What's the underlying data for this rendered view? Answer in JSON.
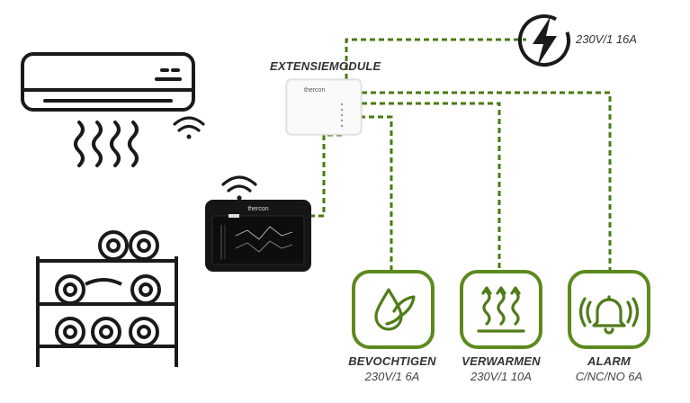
{
  "extension_module": {
    "title": "EXTENSIEMODULE",
    "brand": "thercon"
  },
  "controller": {
    "brand": "thercon"
  },
  "power_supply": {
    "icon": "lightning-bolt-icon",
    "spec": "230V/1 16A"
  },
  "outputs": [
    {
      "icon": "humidify-drops-icon",
      "title": "BEVOCHTIGEN",
      "spec": "230V/1 6A"
    },
    {
      "icon": "heating-waves-icon",
      "title": "VERWARMEN",
      "spec": "230V/1 10A"
    },
    {
      "icon": "alarm-bell-icon",
      "title": "ALARM",
      "spec": "C/NC/NO 6A"
    }
  ],
  "colors": {
    "wire": "#4a7a12",
    "outline": "#1a1a1a",
    "output_border": "#5c8a1e",
    "controller_body": "#151515"
  }
}
